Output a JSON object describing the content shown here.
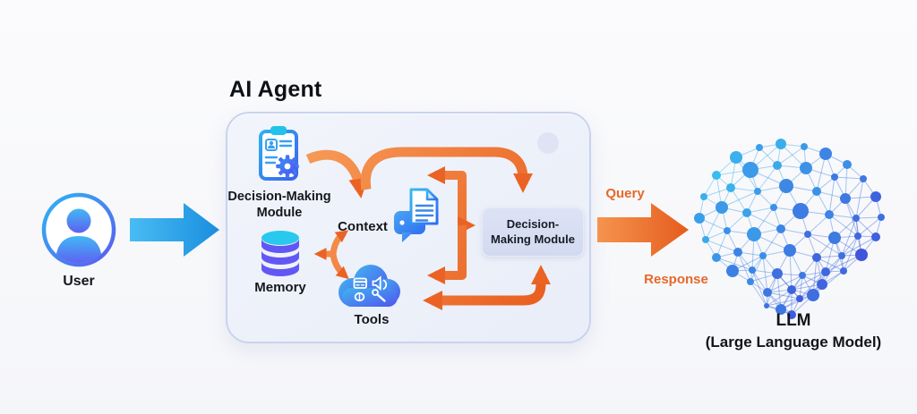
{
  "title": "AI Agent",
  "user": {
    "label": "User",
    "icon": "user-avatar-icon"
  },
  "flow": {
    "input_arrow": "user-to-agent-arrow",
    "query_label": "Query",
    "response_label": "Response"
  },
  "agent_box": {
    "planning_module": {
      "label": "Decision-Making Module",
      "icon": "clipboard-gear-icon"
    },
    "context": {
      "label": "Context",
      "icon": "chat-document-icon"
    },
    "memory": {
      "label": "Memory",
      "icon": "database-icon"
    },
    "tools": {
      "label": "Tools",
      "icon": "cloud-tools-icon"
    },
    "decision_module_box": {
      "label": "Decision-Making Module"
    }
  },
  "llm": {
    "title": "LLM",
    "subtitle": "(Large Language Model)",
    "icon": "brain-network"
  },
  "colors": {
    "accent_orange": "#EA6325",
    "accent_blue": "#2B9FE8",
    "agent_box_border": "#C9D3EE",
    "background": "#F7F8FB",
    "label_text": "#15181D"
  }
}
